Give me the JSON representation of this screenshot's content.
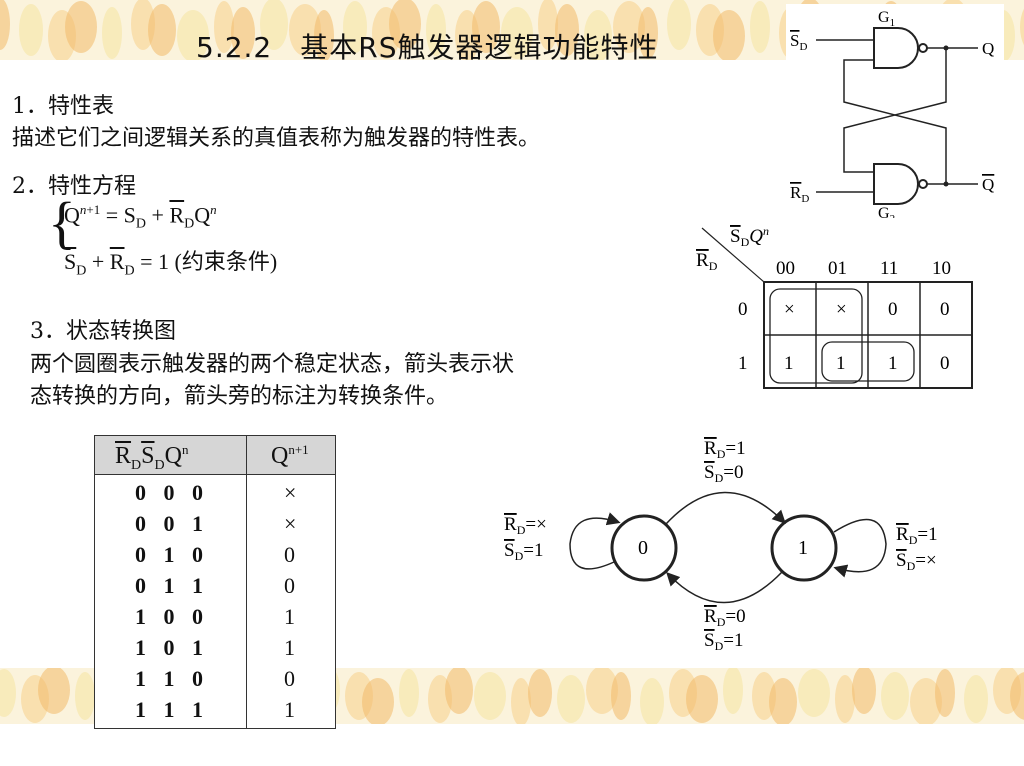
{
  "title": {
    "number": "5.2.2",
    "text": "基本RS触发器逻辑功能特性"
  },
  "section1": {
    "heading": "1．特性表",
    "desc": "描述它们之间逻辑关系的真值表称为触发器的特性表。"
  },
  "section2": {
    "heading": "2．特性方程",
    "condition": "(约束条件)",
    "eq2_rhs": "= 1"
  },
  "section3": {
    "heading": "3．状态转换图",
    "desc_line1": "两个圆圈表示触发器的两个稳定状态，箭头表示状",
    "desc_line2": "态转换的方向，箭头旁的标注为转换条件。"
  },
  "circuit": {
    "gate1": "G",
    "gate1_sub": "1",
    "gate2": "G",
    "gate2_sub": "2",
    "input_s": "S",
    "input_r": "R",
    "sub_d": "D",
    "output_q": "Q",
    "output_qbar": "Q"
  },
  "kmap": {
    "col_label": "S",
    "row_label": "R",
    "col_headers": [
      "00",
      "01",
      "11",
      "10"
    ],
    "row_headers": [
      "0",
      "1"
    ],
    "cells": [
      [
        "×",
        "×",
        "0",
        "0"
      ],
      [
        "1",
        "1",
        "1",
        "0"
      ]
    ]
  },
  "truth_table": {
    "header_in": "RDSDQn",
    "header_out": "Qn+1",
    "rows": [
      {
        "in": "0 0 0",
        "out": "×"
      },
      {
        "in": "0 0 1",
        "out": "×"
      },
      {
        "in": "0 1 0",
        "out": "0"
      },
      {
        "in": "0 1 1",
        "out": "0"
      },
      {
        "in": "1 0 0",
        "out": "1"
      },
      {
        "in": "1 0 1",
        "out": "1"
      },
      {
        "in": "1 1 0",
        "out": "0"
      },
      {
        "in": "1 1 1",
        "out": "1"
      }
    ]
  },
  "state_diagram": {
    "state0": "0",
    "state1": "1",
    "top_label": {
      "r": "=1",
      "s": "=0"
    },
    "bottom_label": {
      "r": "=0",
      "s": "=1"
    },
    "left_label": {
      "r": "=×",
      "s": "=1"
    },
    "right_label": {
      "r": "=1",
      "s": "=×"
    }
  },
  "colors": {
    "header_gray": "#d6d6d6",
    "band_orange": "#f2b96a",
    "band_yellow": "#f6e3a0"
  }
}
